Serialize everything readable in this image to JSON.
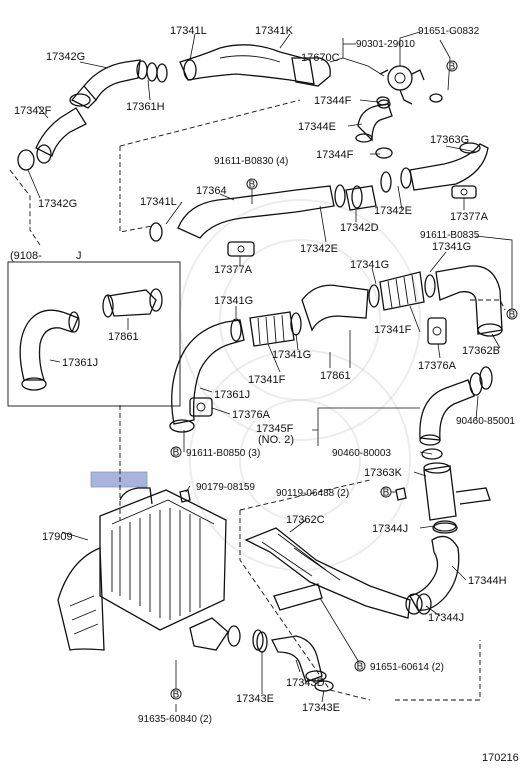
{
  "labels": {
    "p17341L_top": "17341L",
    "p17341K": "17341K",
    "p90301": "90301-29010",
    "p91651_g": "91651-G0832",
    "p17342G_top": "17342G",
    "p17670C": "17670C",
    "p17361H": "17361H",
    "p17344F_a": "17344F",
    "p17342F": "17342F",
    "p17344E": "17344E",
    "p17363G": "17363G",
    "p17344F_b": "17344F",
    "p91611_b0830": "91611-B0830 (4)",
    "p17342G_bot": "17342G",
    "p17341L_mid": "17341L",
    "p17364": "17364",
    "p17342E_a": "17342E",
    "p17342D": "17342D",
    "p17377A_a": "17377A",
    "p17342E_b": "17342E",
    "p91611_b0835": "91611-B0835",
    "p17341G_a": "17341G",
    "p9108": "(9108-",
    "p9108_j": "J",
    "p17377A_b": "17377A",
    "p17341G_b": "17341G",
    "p17341G_c": "17341G",
    "p17861_inset": "17861",
    "p17341F_a": "17341F",
    "p17362B": "17362B",
    "p17361J_inset": "17361J",
    "p17341G_d": "17341G",
    "p17861_mid": "17861",
    "p17376A_a": "17376A",
    "p17341F_b": "17341F",
    "p17361J": "17361J",
    "p17376A_b": "17376A",
    "p90460_85001": "90460-85001",
    "p17345F": "17345F",
    "p17345F_no": "(NO. 2)",
    "p91611_b0850": "91611-B0850 (3)",
    "p90460_80003": "90460-80003",
    "p17363K": "17363K",
    "p90179": "90179-08159",
    "p90119": "90119-06488 (2)",
    "p17909": "17909",
    "p17362C": "17362C",
    "p17344J_a": "17344J",
    "p17344H": "17344H",
    "p17344J_b": "17344J",
    "p91651_60614": "91651-60614 (2)",
    "p17343D": "17343D",
    "p17343E_a": "17343E",
    "p17343E_b": "17343E",
    "p91635": "91635-60840 (2)",
    "diagram_code": "170216"
  },
  "bolt_marker": "B",
  "highlight_color": "#a9b3dc"
}
